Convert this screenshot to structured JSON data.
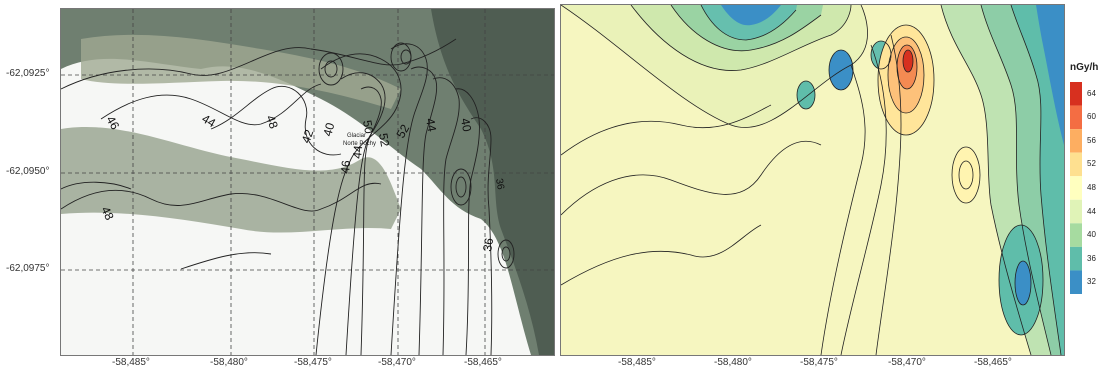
{
  "left_map": {
    "y_ticks": [
      "-62,0925°",
      "-62,0950°",
      "-62,0975°"
    ],
    "x_ticks": [
      "-58,485°",
      "-58,480°",
      "-58,475°",
      "-58,470°",
      "-58,465°"
    ],
    "contour_labels": [
      "46",
      "44",
      "48",
      "42",
      "40",
      "50",
      "52",
      "52",
      "44",
      "40",
      "46",
      "44",
      "48",
      "36",
      "36"
    ],
    "place_label": [
      "Glaciar",
      "Norte Pochy"
    ]
  },
  "right_map": {
    "x_ticks": [
      "-58,485°",
      "-58,480°",
      "-58,475°",
      "-58,470°",
      "-58,465°"
    ]
  },
  "legend": {
    "title": "nGy/h",
    "values": [
      "64",
      "60",
      "56",
      "52",
      "48",
      "44",
      "40",
      "36",
      "32"
    ],
    "colors": [
      "#d7301f",
      "#f46d43",
      "#fdae61",
      "#fee090",
      "#ffffbf",
      "#e0f3b7",
      "#a6dba0",
      "#5fbdaa",
      "#3b8fc6"
    ]
  }
}
